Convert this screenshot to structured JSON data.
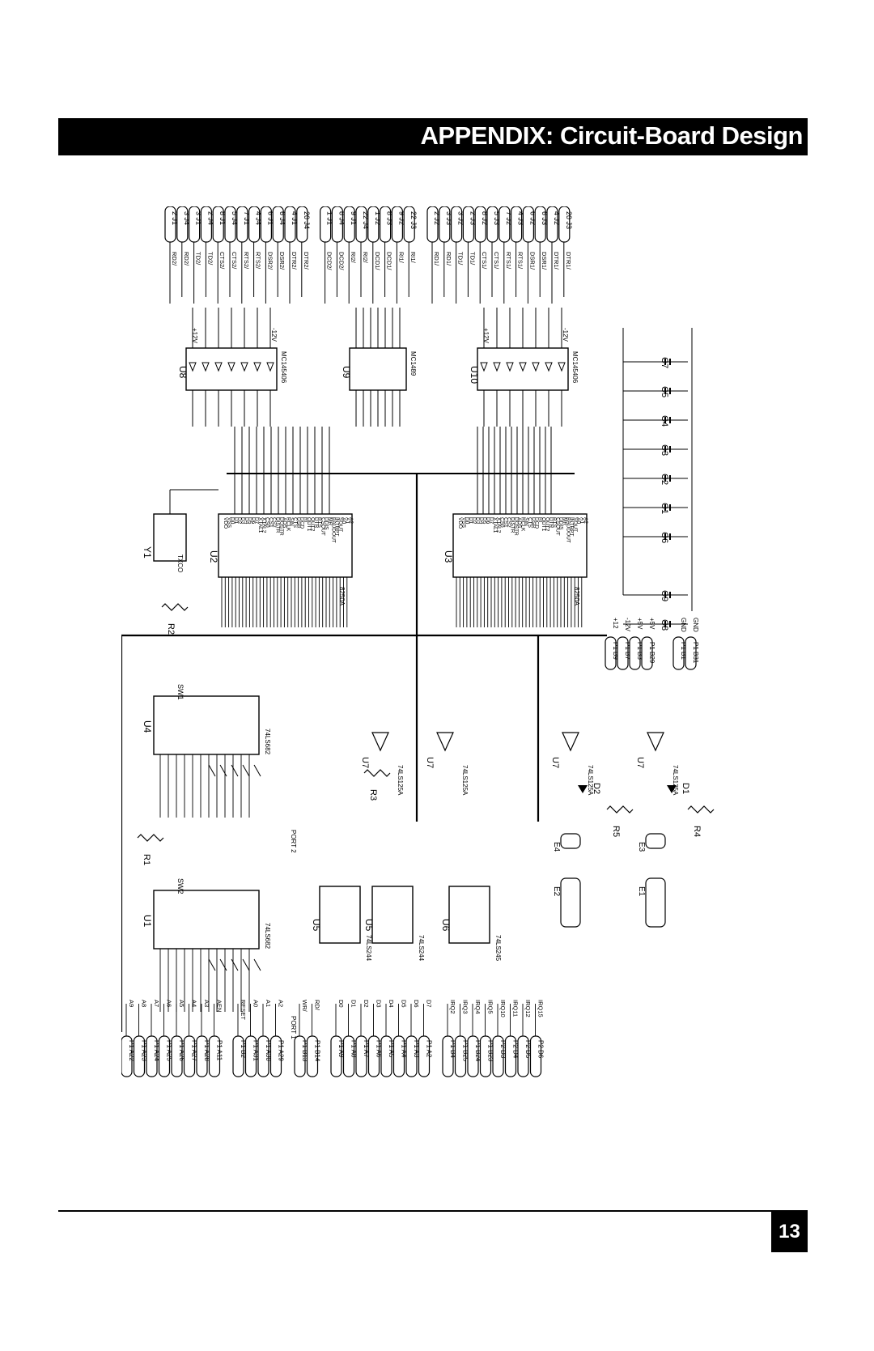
{
  "header": {
    "title": "APPENDIX: Circuit-Board Design"
  },
  "page": {
    "number": "13"
  },
  "schematic": {
    "chips": [
      {
        "ref": "U8",
        "part": "MC145406"
      },
      {
        "ref": "U9",
        "part": "MC1489"
      },
      {
        "ref": "U10",
        "part": "MC145406"
      },
      {
        "ref": "U2",
        "part": "8250A"
      },
      {
        "ref": "U3",
        "part": "8250A"
      },
      {
        "ref": "Y1",
        "part": "TXCO"
      },
      {
        "ref": "U4",
        "part": "74LS682"
      },
      {
        "ref": "U1",
        "part": "74LS682"
      },
      {
        "ref": "U5",
        "part": "74LS244"
      },
      {
        "ref": "U5",
        "part": "74LS244"
      },
      {
        "ref": "U6",
        "part": "74LS245"
      },
      {
        "ref": "U7",
        "part": "74LS125A"
      },
      {
        "ref": "U7",
        "part": "74LS125A"
      },
      {
        "ref": "U7",
        "part": "74LS125A"
      },
      {
        "ref": "U7",
        "part": "74LS125A"
      }
    ],
    "connectors_top": [
      {
        "net": "RD2/",
        "pin": "2",
        "conn": "J1"
      },
      {
        "net": "RD2/",
        "pin": "3",
        "conn": "J4"
      },
      {
        "net": "TD2/",
        "pin": "3",
        "conn": "J1"
      },
      {
        "net": "TD2/",
        "pin": "2",
        "conn": "J4"
      },
      {
        "net": "CTS2/",
        "pin": "8",
        "conn": "J1"
      },
      {
        "net": "CTS2/",
        "pin": "5",
        "conn": "J4"
      },
      {
        "net": "RTS2/",
        "pin": "7",
        "conn": "J1"
      },
      {
        "net": "RTS2/",
        "pin": "4",
        "conn": "J4"
      },
      {
        "net": "DSR2/",
        "pin": "6",
        "conn": "J1"
      },
      {
        "net": "DSR2/",
        "pin": "6",
        "conn": "J4"
      },
      {
        "net": "DTR2/",
        "pin": "4",
        "conn": "J1"
      },
      {
        "net": "DTR2/",
        "pin": "20",
        "conn": "J4"
      },
      {
        "net": "DCD2/",
        "pin": "1",
        "conn": "J1"
      },
      {
        "net": "DCD2/",
        "pin": "8",
        "conn": "J4"
      },
      {
        "net": "RI2/",
        "pin": "9",
        "conn": "J1"
      },
      {
        "net": "RI2/",
        "pin": "22",
        "conn": "J4"
      },
      {
        "net": "DCD1/",
        "pin": "1",
        "conn": "J2"
      },
      {
        "net": "DCD1/",
        "pin": "8",
        "conn": "J3"
      },
      {
        "net": "RI1/",
        "pin": "9",
        "conn": "J2"
      },
      {
        "net": "RI1/",
        "pin": "22",
        "conn": "J3"
      },
      {
        "net": "RD1/",
        "pin": "2",
        "conn": "J2"
      },
      {
        "net": "RD1/",
        "pin": "3",
        "conn": "J3"
      },
      {
        "net": "TD1/",
        "pin": "3",
        "conn": "J2"
      },
      {
        "net": "TD1/",
        "pin": "2",
        "conn": "J3"
      },
      {
        "net": "CTS1/",
        "pin": "8",
        "conn": "J2"
      },
      {
        "net": "CTS1/",
        "pin": "5",
        "conn": "J3"
      },
      {
        "net": "RTS1/",
        "pin": "7",
        "conn": "J2"
      },
      {
        "net": "RTS1/",
        "pin": "4",
        "conn": "J3"
      },
      {
        "net": "DSR1/",
        "pin": "6",
        "conn": "J2"
      },
      {
        "net": "DSR1/",
        "pin": "6",
        "conn": "J3"
      },
      {
        "net": "DTR1/",
        "pin": "4",
        "conn": "J2"
      },
      {
        "net": "DTR1/",
        "pin": "20",
        "conn": "J3"
      }
    ],
    "connectors_left": [
      {
        "conn": "P1",
        "pin": "A22",
        "net": "A9"
      },
      {
        "conn": "P1",
        "pin": "A23",
        "net": "A8"
      },
      {
        "conn": "P1",
        "pin": "A24",
        "net": "A7"
      },
      {
        "conn": "P1",
        "pin": "A25",
        "net": "A6"
      },
      {
        "conn": "P1",
        "pin": "A26",
        "net": "A5"
      },
      {
        "conn": "P1",
        "pin": "A27",
        "net": "A4"
      },
      {
        "conn": "P1",
        "pin": "A28",
        "net": "A3"
      },
      {
        "conn": "P1",
        "pin": "A11",
        "net": "AEN"
      },
      {
        "conn": "P1",
        "pin": "B2",
        "net": "RESET"
      },
      {
        "conn": "P1",
        "pin": "A31",
        "net": "A0"
      },
      {
        "conn": "P1",
        "pin": "A30",
        "net": "A1"
      },
      {
        "conn": "P1",
        "pin": "A29",
        "net": "A2"
      },
      {
        "conn": "P1",
        "pin": "B13",
        "net": "WR/"
      },
      {
        "conn": "P1",
        "pin": "B14",
        "net": "RD/"
      },
      {
        "conn": "P1",
        "pin": "A9",
        "net": "D0"
      },
      {
        "conn": "P1",
        "pin": "A8",
        "net": "D1"
      },
      {
        "conn": "P1",
        "pin": "A7",
        "net": "D2"
      },
      {
        "conn": "P1",
        "pin": "A6",
        "net": "D3"
      },
      {
        "conn": "P1",
        "pin": "A5",
        "net": "D4"
      },
      {
        "conn": "P1",
        "pin": "A4",
        "net": "D5"
      },
      {
        "conn": "P1",
        "pin": "A3",
        "net": "D6"
      },
      {
        "conn": "P1",
        "pin": "A2",
        "net": "D7"
      },
      {
        "conn": "P1",
        "pin": "B4",
        "net": "IRQ2"
      },
      {
        "conn": "P1",
        "pin": "B25",
        "net": "IRQ3"
      },
      {
        "conn": "P1",
        "pin": "B24",
        "net": "IRQ4"
      },
      {
        "conn": "P1",
        "pin": "B23",
        "net": "IRQ5"
      },
      {
        "conn": "P2",
        "pin": "D3",
        "net": "IRQ10"
      },
      {
        "conn": "P2",
        "pin": "D4",
        "net": "IRQ11"
      },
      {
        "conn": "P2",
        "pin": "D5",
        "net": "IRQ12"
      },
      {
        "conn": "P2",
        "pin": "D6",
        "net": "IRQ15"
      }
    ],
    "power_connectors": [
      {
        "conn": "P1",
        "pin": "B9",
        "net": "+12"
      },
      {
        "conn": "P1",
        "pin": "B7",
        "net": "-12V"
      },
      {
        "conn": "P1",
        "pin": "B3",
        "net": "+5V"
      },
      {
        "conn": "P1",
        "pin": "B29",
        "net": "+5V"
      },
      {
        "conn": "P1",
        "pin": "B1",
        "net": "GND"
      },
      {
        "conn": "P1",
        "pin": "B31",
        "net": "GND"
      }
    ],
    "capacitors": [
      "C8",
      "C9",
      "C6",
      "C1",
      "C2",
      "C3",
      "C4",
      "C5",
      "C7"
    ],
    "resistors": [
      "R1",
      "R2",
      "R3",
      "R4",
      "R5"
    ],
    "diodes": [
      "D1",
      "D2"
    ],
    "jumpers": [
      "E1",
      "E2",
      "E3",
      "E4"
    ],
    "switches": [
      "SW1",
      "SW2"
    ],
    "port_labels": [
      "PORT 1",
      "PORT 2"
    ],
    "uart_pins": [
      "VDO",
      "VSS",
      "D0",
      "D1",
      "D2",
      "D3",
      "D4",
      "D5",
      "D6",
      "D7",
      "XTAL1",
      "XTAL2",
      "CS0",
      "CS1",
      "CS2",
      "DISTR",
      "DOSTR",
      "ADS",
      "RCLK",
      "SIN",
      "CTS",
      "DSR",
      "DCD",
      "RI",
      "OUT1",
      "OUT2",
      "DTR",
      "RTS",
      "CSOUT",
      "DDIS",
      "MR",
      "BAUDOUT",
      "INTRPT",
      "SOUT",
      "A0",
      "A1",
      "A2"
    ],
    "rails": [
      "+5V",
      "+12V",
      "-12V",
      "GND"
    ]
  }
}
